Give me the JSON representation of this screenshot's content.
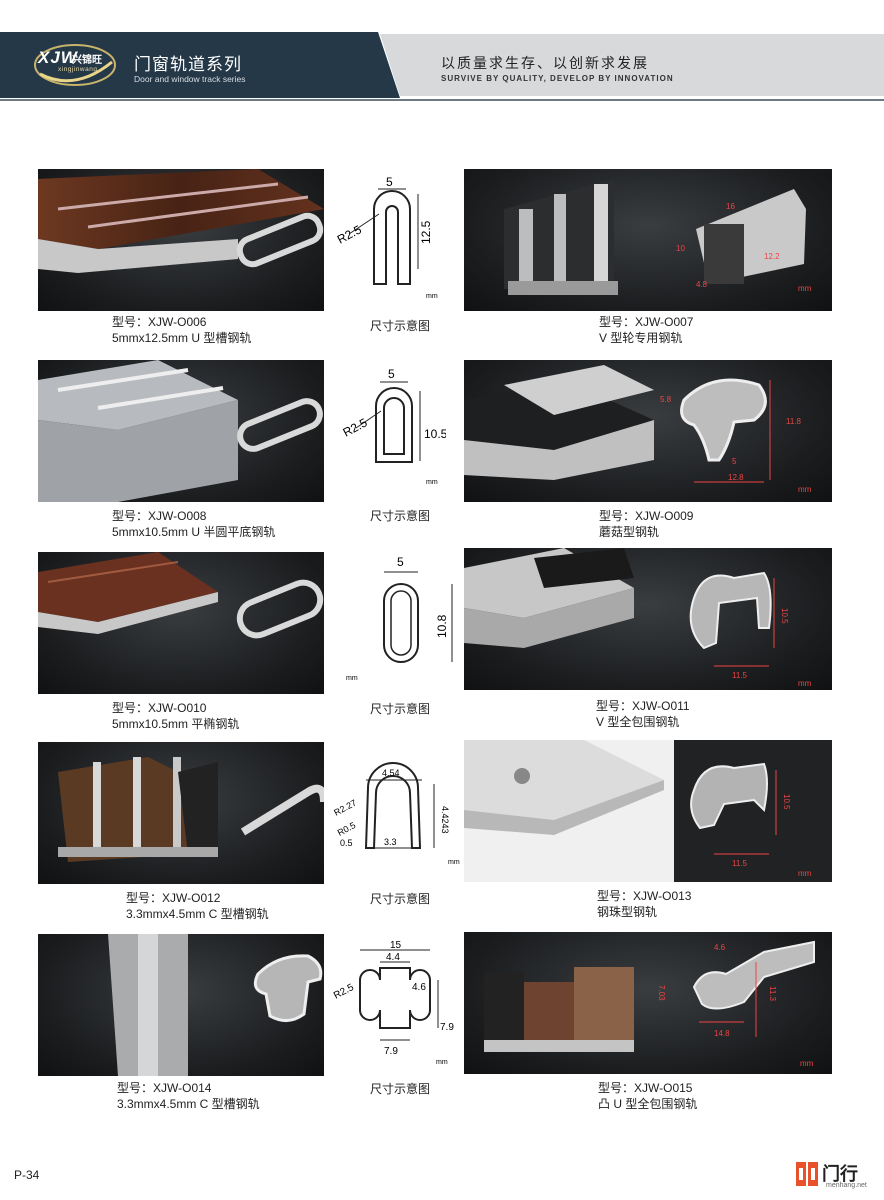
{
  "header": {
    "logo_text": "XJW",
    "logo_cn": "兴锦旺",
    "logo_pinyin": "xingjinwang",
    "title": "门窗轨道系列",
    "subtitle": "Door and window track series",
    "slogan_cn": "以质量求生存、以创新求发展",
    "slogan_en": "SURVIVE BY QUALITY, DEVELOP BY INNOVATION"
  },
  "diagram_caption": "尺寸示意图",
  "products": [
    {
      "model": "型号：XJW-O006",
      "desc": "5mmx12.5mm U 型槽钢轨"
    },
    {
      "model": "型号：XJW-O007",
      "desc": "V 型轮专用钢轨"
    },
    {
      "model": "型号：XJW-O008",
      "desc": "5mmx10.5mm U 半圆平底钢轨"
    },
    {
      "model": "型号：XJW-O009",
      "desc": "蘑菇型钢轨"
    },
    {
      "model": "型号：XJW-O010",
      "desc": "5mmx10.5mm 平椭钢轨"
    },
    {
      "model": "型号：XJW-O011",
      "desc": "V 型全包围钢轨"
    },
    {
      "model": "型号：XJW-O012",
      "desc": "3.3mmx4.5mm C 型槽钢轨"
    },
    {
      "model": "型号：XJW-O013",
      "desc": "钢珠型钢轨"
    },
    {
      "model": "型号：XJW-O014",
      "desc": "3.3mmx4.5mm C 型槽钢轨"
    },
    {
      "model": "型号：XJW-O015",
      "desc": "凸 U 型全包围钢轨"
    }
  ],
  "diagrams": {
    "d1": {
      "w": "5",
      "r": "R2.5",
      "h": "12.5",
      "unit": "mm"
    },
    "d2": {
      "w": "5",
      "r": "R2.5",
      "h": "10.5",
      "unit": "mm"
    },
    "d3": {
      "w": "5",
      "h": "10.8",
      "unit": "mm"
    },
    "d4": {
      "w": "4.54",
      "r1": "R2.27",
      "r2": "R0.5",
      "t": "0.5",
      "gap": "3.3",
      "h": "4.4243",
      "unit": "mm"
    },
    "d5": {
      "w": "15",
      "inner": "4.4",
      "r": "R2.5",
      "h1": "4.6",
      "h2": "7.9",
      "bottom": "7.9",
      "unit": "mm"
    }
  },
  "photo_dims": {
    "p007": {
      "a": "16",
      "b": "12.2",
      "c": "10",
      "d": "4.8",
      "unit": "mm"
    },
    "p009": {
      "a": "5.8",
      "b": "11.8",
      "c": "5",
      "d": "12.8",
      "unit": "mm"
    },
    "p011": {
      "a": "10.5",
      "b": "11.5",
      "unit": "mm"
    },
    "p013": {
      "a": "10.5",
      "b": "11.5",
      "unit": "mm"
    },
    "p015": {
      "a": "4.6",
      "b": "7.03",
      "c": "11.3",
      "d": "14.8",
      "unit": "mm"
    }
  },
  "footer": {
    "page": "P-34",
    "brand_name": "门行",
    "brand_url": "menhang.net"
  },
  "colors": {
    "header_dark": "#243848",
    "header_light": "#d8d9db",
    "dim_red": "#e44444",
    "brand_red": "#e8522a"
  }
}
